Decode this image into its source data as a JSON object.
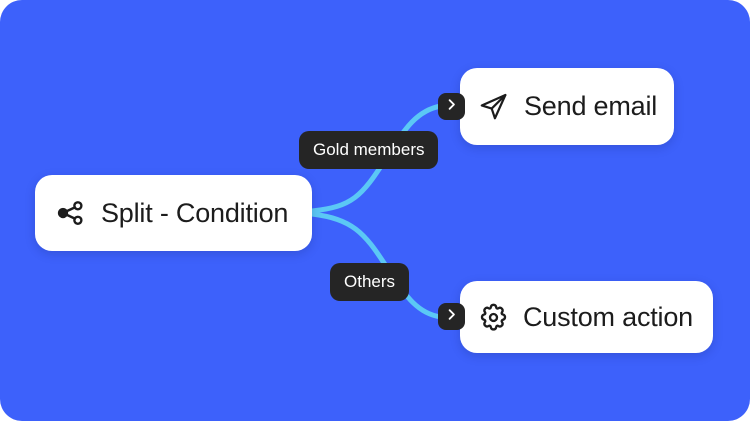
{
  "canvas": {
    "background_color": "#3d61fb",
    "corner_radius": "22px"
  },
  "theme": {
    "card_background": "#ffffff",
    "text_color": "#1c1c1c",
    "connector_color": "#5bc8f5",
    "badge_color": "#252525",
    "badge_text_color": "#ffffff"
  },
  "nodes": [
    {
      "id": "split-condition",
      "label": "Split - Condition",
      "icon": "share-split-icon"
    },
    {
      "id": "send-email",
      "label": "Send email",
      "icon": "paper-plane-icon"
    },
    {
      "id": "custom-action",
      "label": "Custom action",
      "icon": "gear-icon"
    }
  ],
  "edges": [
    {
      "id": "edge-gold-members",
      "label": "Gold members",
      "from": "split-condition",
      "to": "send-email",
      "port_icon": "chevron-right-icon"
    },
    {
      "id": "edge-others",
      "label": "Others",
      "from": "split-condition",
      "to": "custom-action",
      "port_icon": "chevron-right-icon"
    }
  ]
}
